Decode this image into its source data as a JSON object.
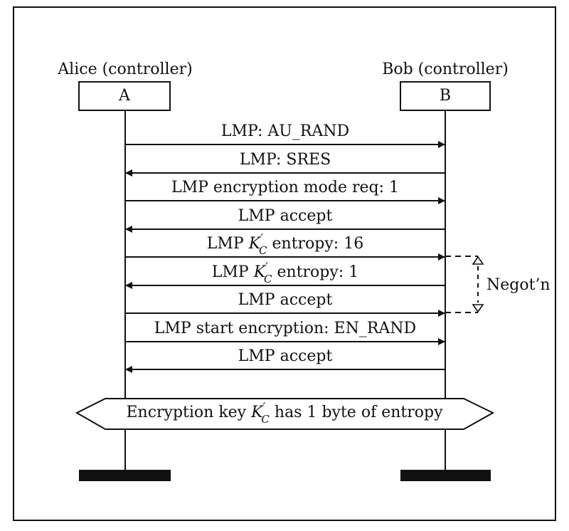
{
  "participants": [
    {
      "name": "Alice (controller)",
      "box": "A"
    },
    {
      "name": "Bob (controller)",
      "box": "B"
    }
  ],
  "messages": [
    {
      "pre": "LMP: AU_RAND",
      "dir": "right"
    },
    {
      "pre": "LMP: SRES",
      "dir": "left"
    },
    {
      "pre": "LMP encryption mode req: 1",
      "dir": "right"
    },
    {
      "pre": "LMP accept",
      "dir": "left"
    },
    {
      "pre": "LMP ",
      "k": "K",
      "prime": "′",
      "sub": "C",
      "post": " entropy: 16",
      "dir": "right"
    },
    {
      "pre": "LMP ",
      "k": "K",
      "prime": "′",
      "sub": "C",
      "post": " entropy: 1",
      "dir": "left"
    },
    {
      "pre": "LMP accept",
      "dir": "right"
    },
    {
      "pre": "LMP start encryption: EN_RAND",
      "dir": "right"
    },
    {
      "pre": "LMP accept",
      "dir": "left"
    }
  ],
  "negotiation_label": "Negot’n",
  "note": {
    "pre": "Encryption key ",
    "k": "K",
    "prime": "′",
    "sub": "C",
    "post": " has 1 byte of entropy"
  }
}
